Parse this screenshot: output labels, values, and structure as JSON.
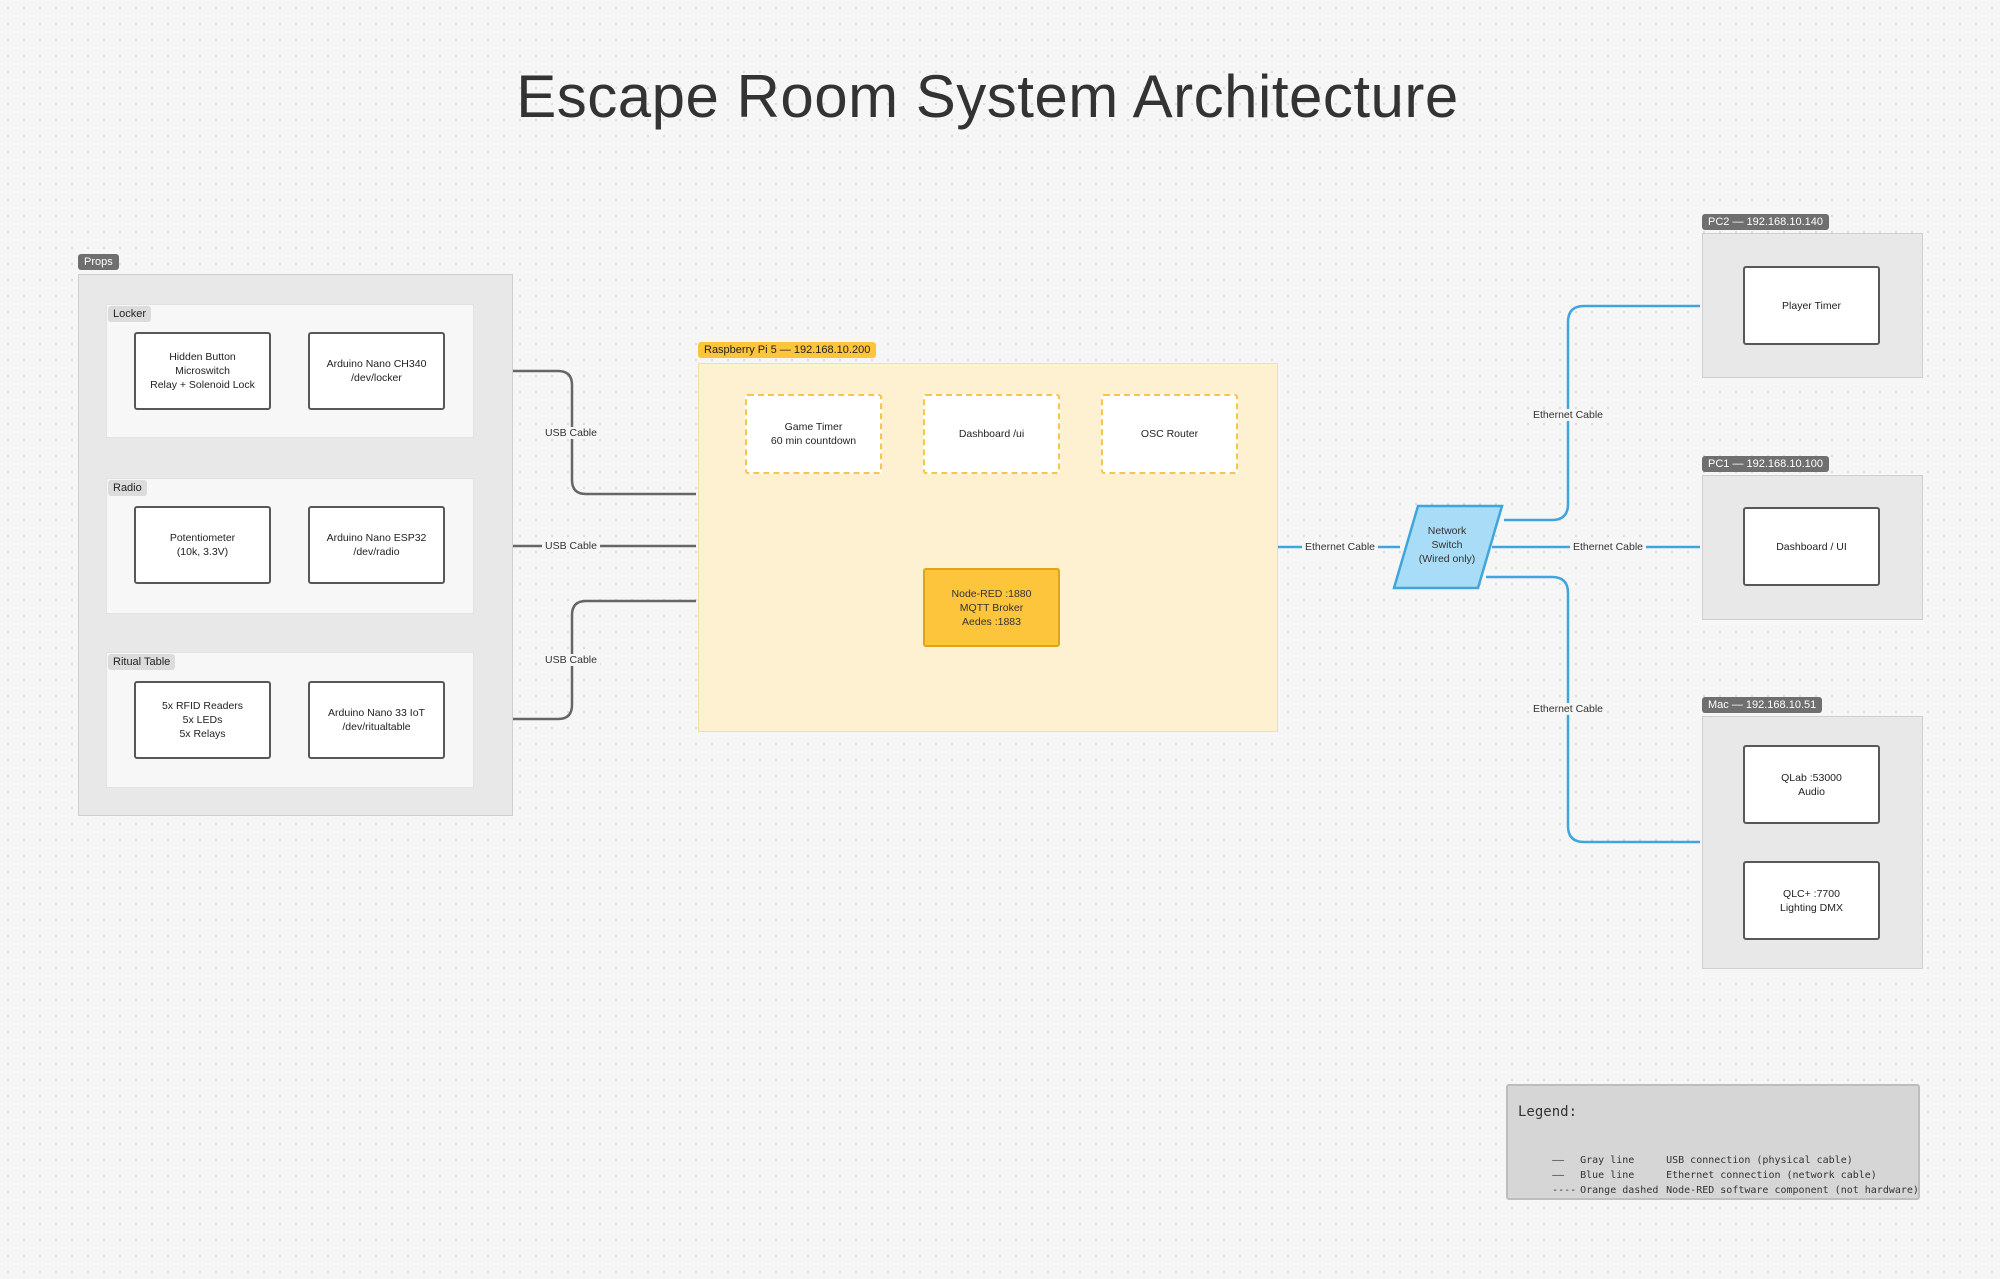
{
  "title": "Escape Room System Architecture",
  "props": {
    "tag": "Props",
    "locker": {
      "tag": "Locker",
      "input": "Hidden Button\nMicroswitch\nRelay + Solenoid Lock",
      "board": "Arduino Nano CH340\n/dev/locker"
    },
    "radio": {
      "tag": "Radio",
      "input": "Potentiometer\n(10k, 3.3V)",
      "board": "Arduino Nano ESP32\n/dev/radio"
    },
    "ritual": {
      "tag": "Ritual Table",
      "input": "5x RFID Readers\n5x LEDs\n5x Relays",
      "board": "Arduino Nano 33 IoT\n/dev/ritualtable"
    }
  },
  "edges": {
    "usb1": "USB Cable",
    "usb2": "USB Cable",
    "usb3": "USB Cable",
    "eth_pi": "Ethernet Cable",
    "eth_pc2": "Ethernet Cable",
    "eth_pc1": "Ethernet Cable",
    "eth_mac": "Ethernet Cable"
  },
  "pi": {
    "tag": "Raspberry Pi 5 — 192.168.10.200",
    "game_timer": "Game Timer\n60 min countdown",
    "dashboard": "Dashboard /ui",
    "osc_router": "OSC Router",
    "core": "Node-RED :1880\nMQTT Broker\nAedes :1883"
  },
  "switch": {
    "label": "Network\nSwitch\n(Wired only)"
  },
  "pc2": {
    "tag": "PC2 — 192.168.10.140",
    "node": "Player Timer"
  },
  "pc1": {
    "tag": "PC1 — 192.168.10.100",
    "node": "Dashboard / UI"
  },
  "mac": {
    "tag": "Mac — 192.168.10.51",
    "qlab": "QLab :53000\nAudio",
    "qlc": "QLC+ :7700\nLighting DMX"
  },
  "legend": {
    "title": "Legend:",
    "rows": [
      {
        "symbol": "——",
        "name": "Gray line",
        "desc": "USB connection (physical cable)"
      },
      {
        "symbol": "——",
        "name": "Blue line",
        "desc": "Ethernet connection (network cable)"
      },
      {
        "symbol": "----",
        "name": "Orange dashed",
        "desc": "Node-RED software component (not hardware)"
      }
    ]
  },
  "colors": {
    "usb": "#666666",
    "ethernet": "#3ea6dc",
    "software": "#f4c64d",
    "pi_fill": "#fdf1d2",
    "core_fill": "#fcc53c",
    "switch_fill": "#a9dcf6"
  }
}
